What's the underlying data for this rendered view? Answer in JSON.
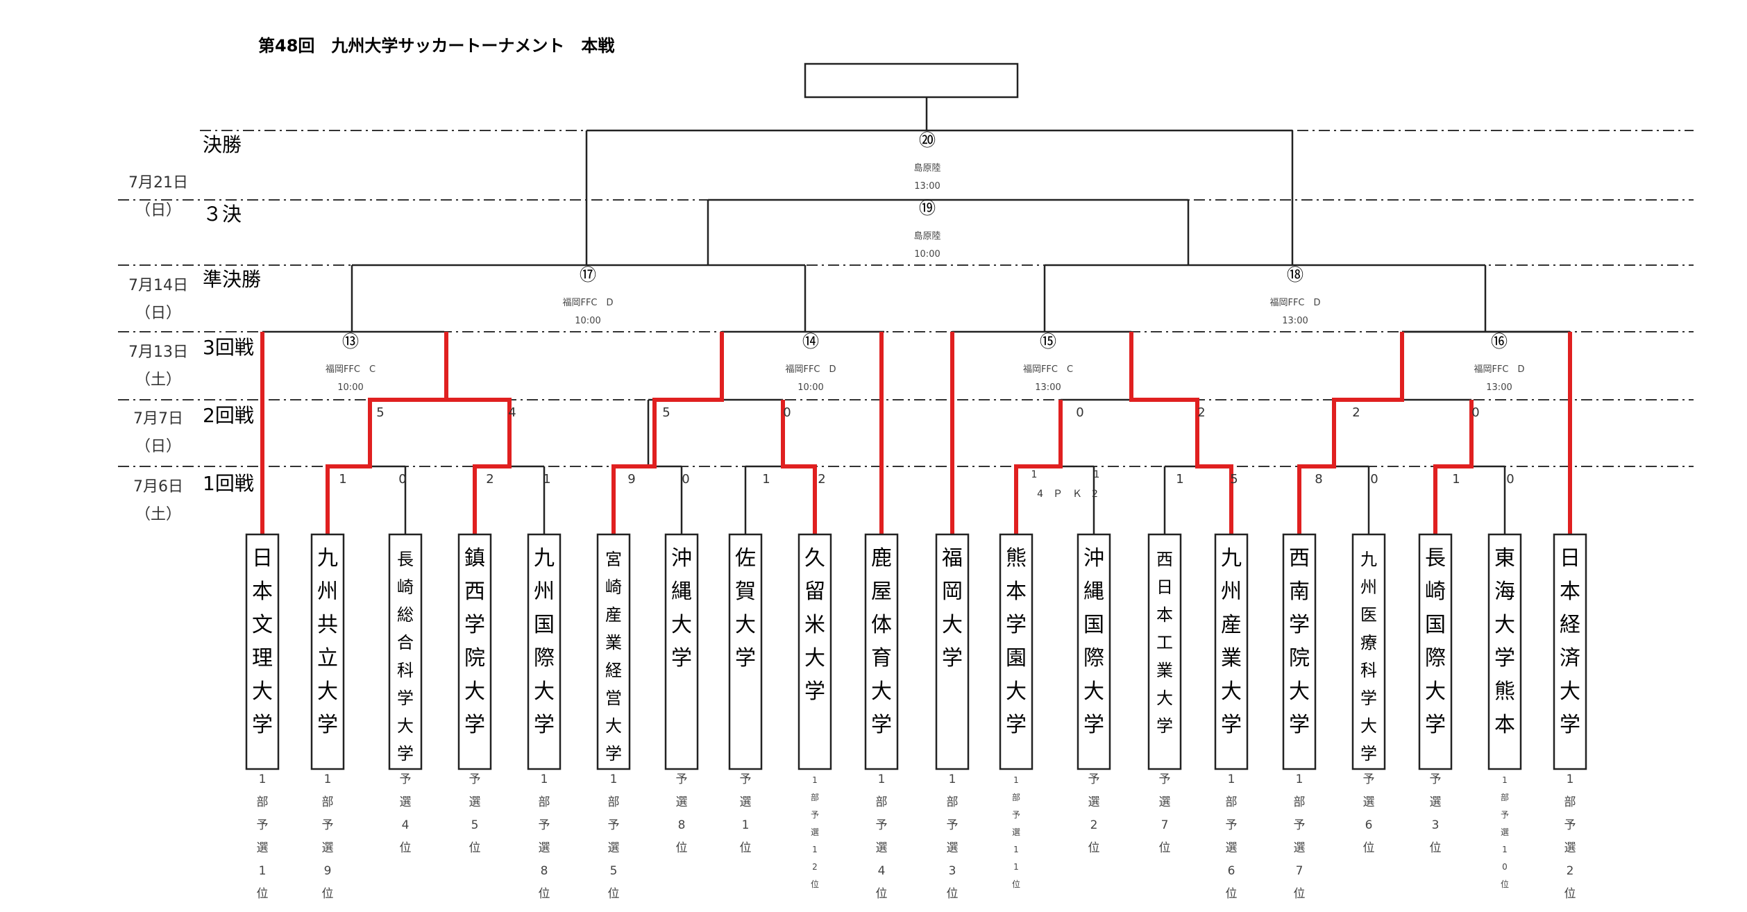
{
  "title": "第48回　九州大学サッカートーナメント　本戦",
  "rounds": [
    {
      "label": "決勝"
    },
    {
      "label": "３決"
    },
    {
      "label": "準決勝"
    },
    {
      "label": "3回戦"
    },
    {
      "label": "2回戦"
    },
    {
      "label": "1回戦"
    }
  ],
  "dates": [
    {
      "date": "7月21日",
      "dow": "（日）"
    },
    {
      "date": "7月14日",
      "dow": "（日）"
    },
    {
      "date": "7月13日",
      "dow": "（土）"
    },
    {
      "date": "7月7日",
      "dow": "（日）"
    },
    {
      "date": "7月6日",
      "dow": "（土）"
    }
  ],
  "teams": [
    {
      "name": "日本文理大学",
      "qual": "1部予選1位"
    },
    {
      "name": "九州共立大学",
      "qual": "1部予選9位"
    },
    {
      "name": "長崎総合科学大学",
      "qual": "予選4位"
    },
    {
      "name": "鎮西学院大学",
      "qual": "予選5位"
    },
    {
      "name": "九州国際大学",
      "qual": "1部予選8位"
    },
    {
      "name": "宮崎産業経営大学",
      "qual": "1部予選5位"
    },
    {
      "name": "沖縄大学",
      "qual": "予選8位"
    },
    {
      "name": "佐賀大学",
      "qual": "予選1位"
    },
    {
      "name": "久留米大学",
      "qual": "1部予選12位"
    },
    {
      "name": "鹿屋体育大学",
      "qual": "1部予選4位"
    },
    {
      "name": "福岡大学",
      "qual": "1部予選3位"
    },
    {
      "name": "熊本学園大学",
      "qual": "1部予選11位"
    },
    {
      "name": "沖縄国際大学",
      "qual": "予選2位"
    },
    {
      "name": "西日本工業大学",
      "qual": "予選7位"
    },
    {
      "name": "九州産業大学",
      "qual": "1部予選6位"
    },
    {
      "name": "西南学院大学",
      "qual": "1部予選7位"
    },
    {
      "name": "九州医療科学大学",
      "qual": "予選6位"
    },
    {
      "name": "長崎国際大学",
      "qual": "予選3位"
    },
    {
      "name": "東海大学熊本",
      "qual": "1部予選10位"
    },
    {
      "name": "日本経済大学",
      "qual": "1部予選2位"
    }
  ],
  "first_round_scores": [
    {
      "left": "1",
      "right": "0"
    },
    {
      "left": "2",
      "right": "1"
    },
    {
      "left": "9",
      "right": "0"
    },
    {
      "left": "1",
      "right": "2"
    },
    {
      "left": "1",
      "right": "1",
      "pk": "4　Ｐ　Ｋ　2"
    },
    {
      "left": "1",
      "right": "5"
    },
    {
      "left": "8",
      "right": "0"
    },
    {
      "left": "1",
      "right": "0"
    }
  ],
  "second_round_scores": [
    {
      "left": "5",
      "right": "4"
    },
    {
      "left": "5",
      "right": "0"
    },
    {
      "left": "0",
      "right": "2"
    },
    {
      "left": "2",
      "right": "0"
    }
  ],
  "matches": [
    {
      "num": "⑬",
      "venue": "福岡FFC　C",
      "time": "10:00"
    },
    {
      "num": "⑭",
      "venue": "福岡FFC　D",
      "time": "10:00"
    },
    {
      "num": "⑮",
      "venue": "福岡FFC　C",
      "time": "13:00"
    },
    {
      "num": "⑯",
      "venue": "福岡FFC　D",
      "time": "13:00"
    },
    {
      "num": "⑰",
      "venue": "福岡FFC　D",
      "time": "10:00"
    },
    {
      "num": "⑱",
      "venue": "福岡FFC　D",
      "time": "13:00"
    },
    {
      "num": "⑲",
      "venue": "島原陸",
      "time": "10:00"
    },
    {
      "num": "⑳",
      "venue": "島原陸",
      "time": "13:00"
    }
  ],
  "colors": {
    "line": "#222222",
    "winner": "#e02020",
    "dash": "#333333"
  }
}
